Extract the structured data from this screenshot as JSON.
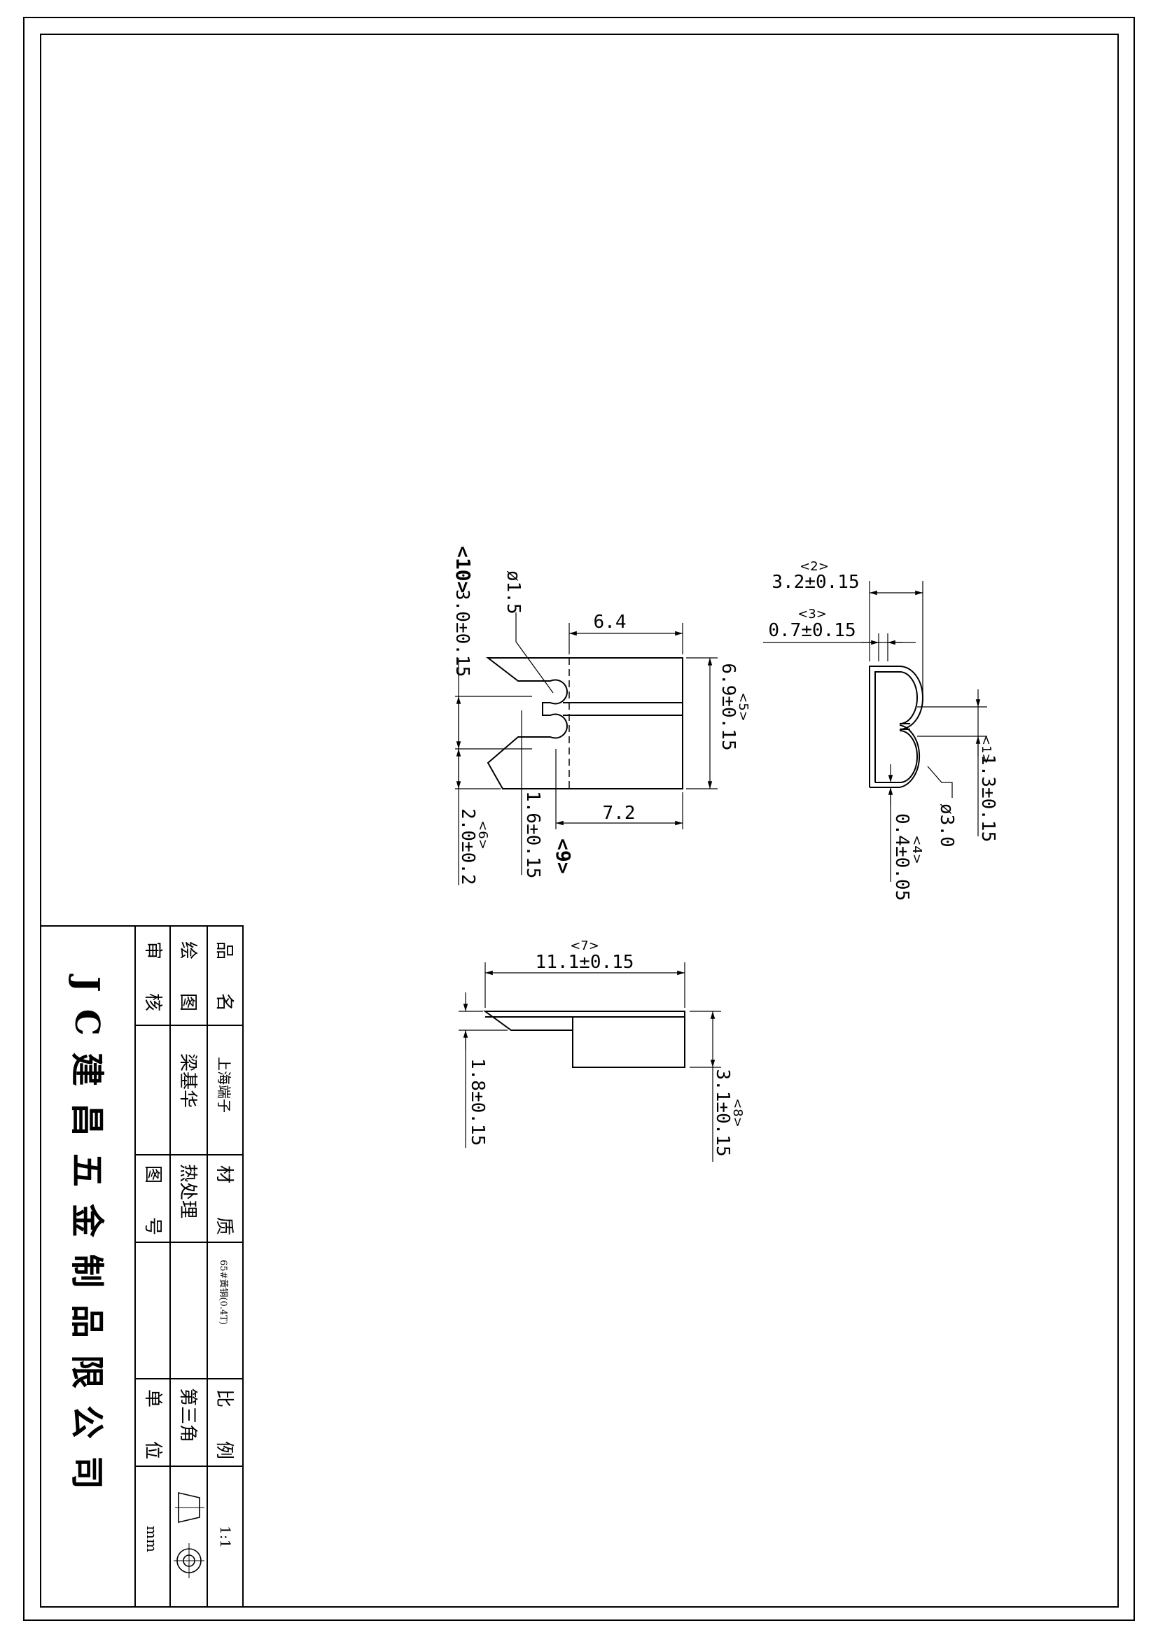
{
  "title_block": {
    "company": "JC建昌五金制品限公司",
    "labels": {
      "product_name": "品名",
      "material": "材质",
      "scale": "比例",
      "drawn_by": "绘图",
      "heat_treatment": "热处理",
      "projection": "第三角",
      "checked_by": "审核",
      "drawing_no": "图号",
      "unit": "单位"
    },
    "values": {
      "product_name": "上海端子",
      "drawn_by": "梁基华",
      "material": "65#黄铜(0.4T)",
      "scale": "1:1",
      "unit": "mm"
    }
  },
  "dimensions": {
    "d10": {
      "tag": "<10>",
      "value": "3.0±0.15"
    },
    "hole": {
      "value": "ø1.5"
    },
    "d_64": {
      "value": "6.4"
    },
    "d5": {
      "tag": "<5>",
      "value": "6.9±0.15"
    },
    "d_72": {
      "value": "7.2"
    },
    "d9": {
      "tag": "<9>",
      "value": "1.6±0.15"
    },
    "d6": {
      "tag": "<6>",
      "value": "2.0±0.2"
    },
    "d2": {
      "tag": "<2>",
      "value": "3.2±0.15"
    },
    "d3": {
      "tag": "<3>",
      "value": "0.7±0.15"
    },
    "d1": {
      "tag": "<1>",
      "value": "1.3±0.15"
    },
    "d_30": {
      "value": "ø3.0"
    },
    "d4": {
      "tag": "<4>",
      "value": "0.4±0.05"
    },
    "d7": {
      "tag": "<7>",
      "value": "11.1±0.15"
    },
    "d_18": {
      "value": "1.8±0.15"
    },
    "d8": {
      "tag": "<8>",
      "value": "3.1±0.15"
    }
  }
}
